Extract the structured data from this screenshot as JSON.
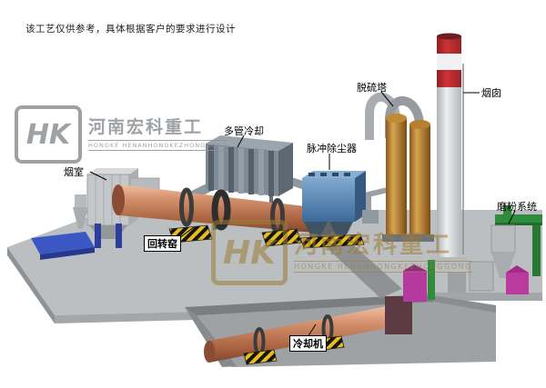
{
  "page": {
    "disclaimer": "该工艺仅供参考，具体根据客户的要求进行设计"
  },
  "watermark": {
    "monogram": "HK",
    "brand_cn": "河南宏科重工",
    "brand_en": "HONGKE HENANHONGKEZHONGGONG"
  },
  "labels": {
    "smoke_chamber": "烟室",
    "multi_tube_cooler": "多管冷却",
    "pulse_dust_collector": "脉冲除尘器",
    "desulfurization_tower": "脱硫塔",
    "chimney": "烟囱",
    "grinding_system": "磨粉系统",
    "rotary_kiln": "回转窑",
    "cooler": "冷却机"
  },
  "colors": {
    "kiln_shell": "#c9805f",
    "dust_collector_blue": "#4a7fae",
    "hazard_yellow": "#e9bd1e",
    "tower_orange": "#b5742a",
    "chimney_red": "#c2272d",
    "pipe_green": "#2f8c3c",
    "mill_magenta": "#bb3a9e",
    "platform_gray": "#bcbfc1",
    "watermark_bronze": "#9c7c35"
  }
}
